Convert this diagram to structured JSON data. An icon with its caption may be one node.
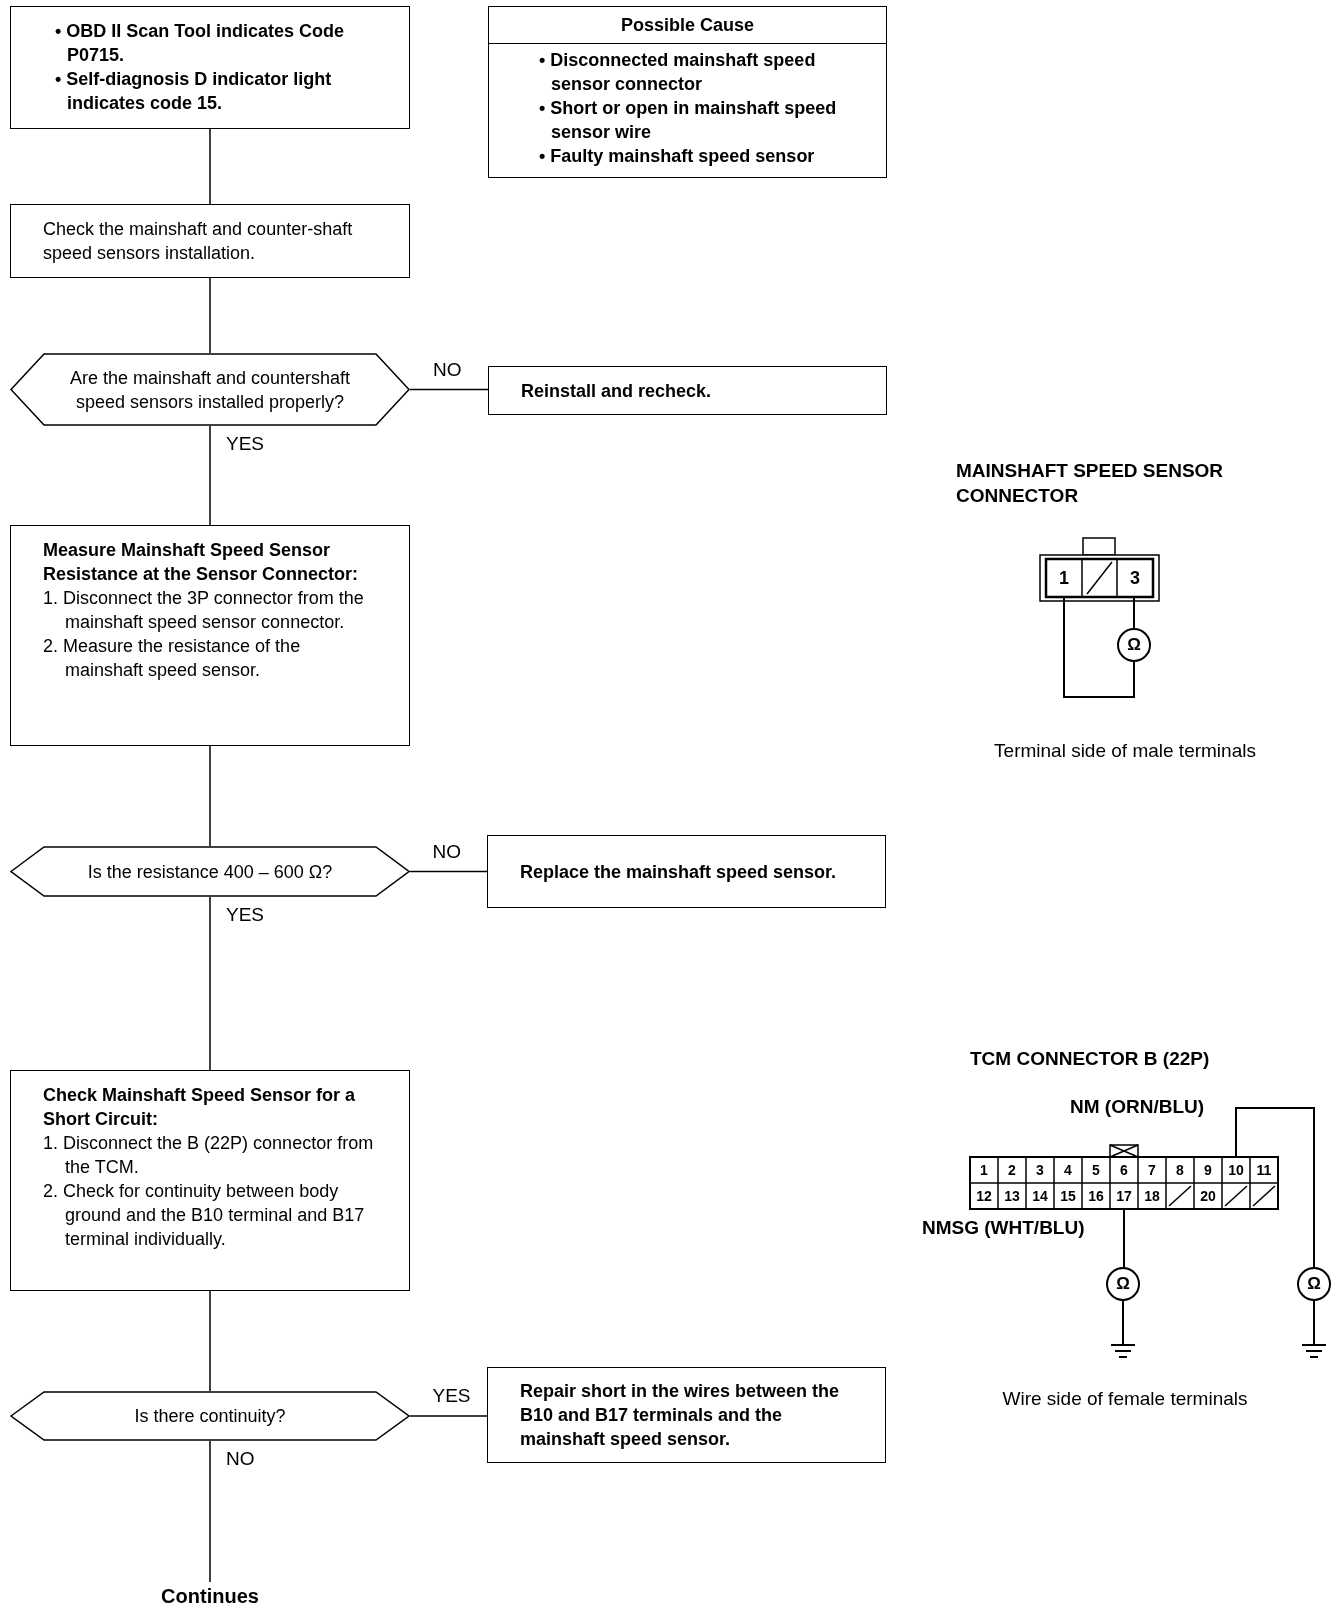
{
  "diagram": {
    "nodes": [
      {
        "text": [
          "• OBD II Scan Tool indicates Code P0715.",
          "• Self-diagnosis D indicator light indicates code 15."
        ]
      },
      {
        "text": [
          "Possible Cause",
          "• Disconnected mainshaft speed sensor connector",
          "• Short or open in mainshaft speed sensor wire",
          "• Faulty mainshaft speed sensor"
        ]
      },
      {
        "text": [
          "Check the mainshaft and counter-shaft speed sensors installation."
        ]
      },
      {
        "text": [
          "Are the mainshaft and countershaft speed sensors installed properly?"
        ]
      },
      {
        "text": [
          "Reinstall and recheck."
        ]
      },
      {
        "text": [
          "Measure Mainshaft Speed Sensor Resistance at the Sensor Connector:",
          "1. Disconnect the 3P connector from the mainshaft speed sensor connector.",
          "2. Measure the resistance of the mainshaft speed sensor."
        ]
      },
      {
        "text": [
          "Is the resistance 400 – 600 Ω?"
        ]
      },
      {
        "text": [
          "Replace the mainshaft speed sensor."
        ]
      },
      {
        "text": [
          "Check Mainshaft Speed Sensor for a Short Circuit:",
          "1. Disconnect the B (22P) connector from the TCM.",
          "2. Check for continuity between body ground and the B10 terminal and B17 terminal individually."
        ]
      },
      {
        "text": [
          "Is there continuity?"
        ]
      },
      {
        "text": [
          "Repair short in the wires between the B10 and B17 terminals and the mainshaft speed sensor."
        ]
      },
      {
        "text": [
          "Continues"
        ]
      }
    ],
    "edges": [
      {
        "from": 0,
        "to": 2,
        "arrow": "none"
      },
      {
        "from": 2,
        "to": 3,
        "arrow": "none"
      },
      {
        "from": 3,
        "to": 4,
        "arrow": "none",
        "label": "NO"
      },
      {
        "from": 3,
        "to": 5,
        "arrow": "none",
        "label": "YES"
      },
      {
        "from": 5,
        "to": 6,
        "arrow": "none"
      },
      {
        "from": 6,
        "to": 7,
        "arrow": "none",
        "label": "NO"
      },
      {
        "from": 6,
        "to": 8,
        "arrow": "none",
        "label": "YES"
      },
      {
        "from": 8,
        "to": 9,
        "arrow": "none"
      },
      {
        "from": 9,
        "to": 10,
        "arrow": "none",
        "label": "YES"
      },
      {
        "from": 9,
        "to": 11,
        "arrow": "none",
        "label": "NO"
      }
    ],
    "labels": [
      "MAINSHAFT SPEED SENSOR CONNECTOR",
      "1",
      "3",
      "Ω",
      "Terminal side of male terminals",
      "TCM CONNECTOR B (22P)",
      "NM (ORN/BLU)",
      "1",
      "2",
      "3",
      "4",
      "5",
      "6",
      "7",
      "8",
      "9",
      "10",
      "11",
      "12",
      "13",
      "14",
      "15",
      "16",
      "17",
      "18",
      "20",
      "NMSG (WHT/BLU)",
      "Ω",
      "Ω",
      "Wire side of female terminals"
    ]
  }
}
